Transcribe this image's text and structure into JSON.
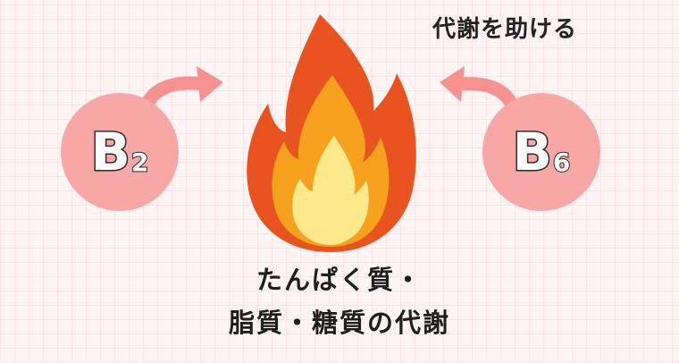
{
  "top_label": "代謝を助ける",
  "vitamins": {
    "left": {
      "letter": "B",
      "subscript": "2"
    },
    "right": {
      "letter": "B",
      "subscript": "6"
    }
  },
  "caption": {
    "line1": "たんぱく質・",
    "line2": "脂質・糖質の代謝"
  },
  "colors": {
    "circle": "#f8a7a7",
    "arrow": "#f6928f",
    "flame_outer": "#e8531f",
    "flame_middle": "#f6a21e",
    "flame_inner": "#fde98c"
  },
  "icons": {
    "center": "flame-icon",
    "left_arrow": "curved-arrow-right-icon",
    "right_arrow": "curved-arrow-left-icon"
  }
}
